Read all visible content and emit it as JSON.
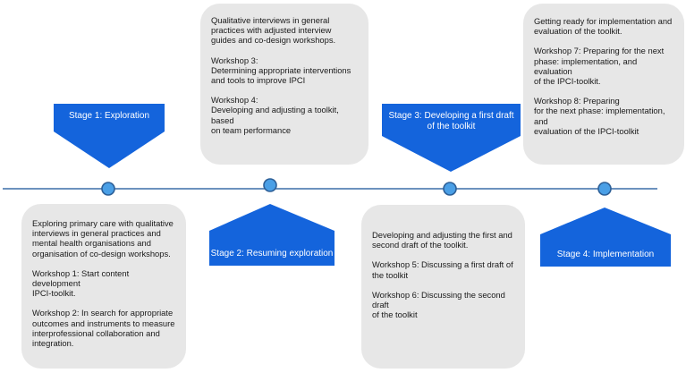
{
  "colors": {
    "stage_blue": "#1464dc",
    "timeline": "#3c6fa8",
    "node_fill": "#4a9fe6",
    "node_stroke": "#2d5f97",
    "box_fill": "#e7e7e7"
  },
  "stages": [
    {
      "label": "Stage 1: Exploration"
    },
    {
      "label": "Stage 2: Resuming exploration"
    },
    {
      "label": "Stage 3: Developing a first draft\nof the toolkit"
    },
    {
      "label": "Stage 4: Implementation"
    }
  ],
  "boxes": [
    {
      "paragraphs": [
        "Exploring primary care with qualitative\ninterviews in general practices and\nmental health organisations and\norganisation of co-design workshops.",
        "Workshop 1: Start content development\nIPCI-toolkit.",
        "Workshop 2: In search for appropriate\noutcomes and instruments to measure\ninterprofessional collaboration and\nintegration."
      ]
    },
    {
      "paragraphs": [
        "Qualitative interviews in general\npractices with adjusted interview\nguides and co-design workshops.",
        "Workshop 3:\nDetermining appropriate interventions\nand tools to improve IPCI",
        "Workshop 4:\nDeveloping and adjusting a toolkit, based\non team performance"
      ]
    },
    {
      "paragraphs": [
        "Developing and adjusting the first and\nsecond draft of the toolkit.",
        "Workshop 5: Discussing a first draft of\nthe toolkit",
        "Workshop 6: Discussing the second draft\nof the toolkit"
      ]
    },
    {
      "paragraphs": [
        "Getting ready for implementation and\nevaluation of the toolkit.",
        "Workshop 7: Preparing for the next\nphase: implementation, and evaluation\nof the IPCI-toolkit.",
        "Workshop 8: Preparing\nfor the next phase: implementation, and\nevaluation of the IPCI-toolkit"
      ]
    }
  ]
}
